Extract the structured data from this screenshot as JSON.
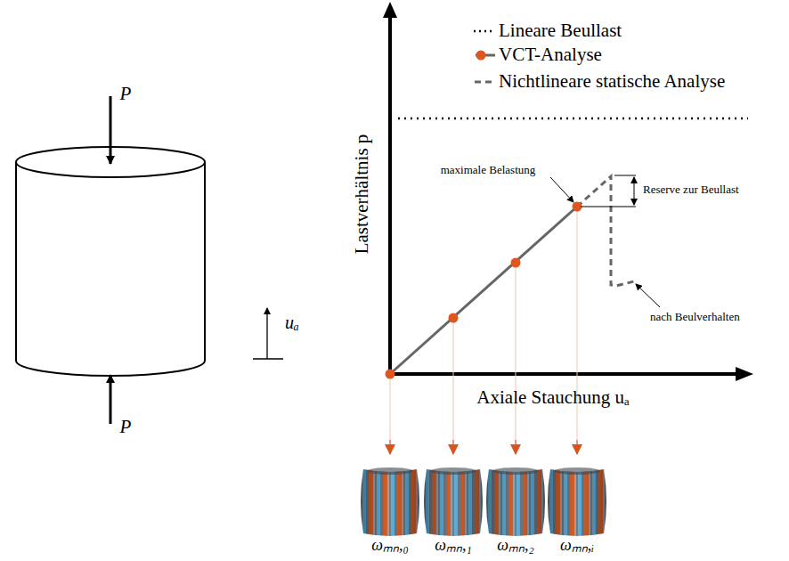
{
  "diagram": {
    "labels": [
      "P",
      "P",
      "uₐ",
      "Lastverhältnis p",
      "Axiale Stauchung uₐ",
      "maximale Belastung",
      "Reserve zur Beullast",
      "nach Beulverhalten",
      "ωₘₙ,₀",
      "ωₘₙ,₁",
      "ωₘₙ,₂",
      "ωₘₙ,ᵢ"
    ],
    "legend": [
      {
        "text": "Lineare Beullast"
      },
      {
        "text": "VCT-Analyse"
      },
      {
        "text": "Nichtlineare statische Analyse"
      }
    ]
  }
}
